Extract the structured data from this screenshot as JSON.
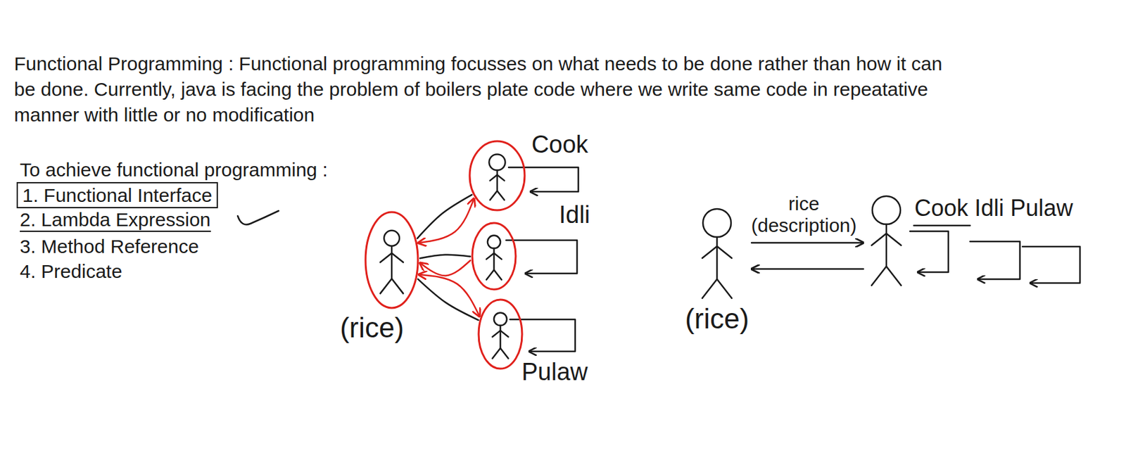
{
  "diagram": {
    "nodes": [
      {
        "text": [
          "1. Functional Interface"
        ]
      },
      {
        "text": [
          "(rice)"
        ]
      },
      {
        "text": [
          "Cook"
        ]
      },
      {
        "text": [
          "Idli"
        ]
      },
      {
        "text": [
          "Pulaw"
        ]
      },
      {
        "text": [
          "(rice)"
        ]
      },
      {
        "text": [
          "Cook Idli Pulaw"
        ]
      }
    ],
    "edges": [
      {
        "from": 1,
        "to": 2,
        "arrow": "none"
      },
      {
        "from": 1,
        "to": 2,
        "arrow": "both"
      },
      {
        "from": 1,
        "to": 3,
        "arrow": "none"
      },
      {
        "from": 3,
        "to": 1,
        "arrow": "to"
      },
      {
        "from": 1,
        "to": 4,
        "arrow": "none"
      },
      {
        "from": 1,
        "to": 4,
        "arrow": "both"
      },
      {
        "from": 5,
        "to": 6,
        "arrow": "to",
        "label": "rice (description)"
      },
      {
        "from": 6,
        "to": 5,
        "arrow": "to"
      }
    ],
    "labels": [
      "Functional Programming : Functional programming focusses on what needs to be done rather than how it can be done. Currently, java is facing the problem of boilers plate code where we write same code in repeatative manner with little or no modification",
      "To achieve functional programming :",
      "2. Lambda Expression",
      "3. Method Reference",
      "4. Predicate"
    ]
  }
}
